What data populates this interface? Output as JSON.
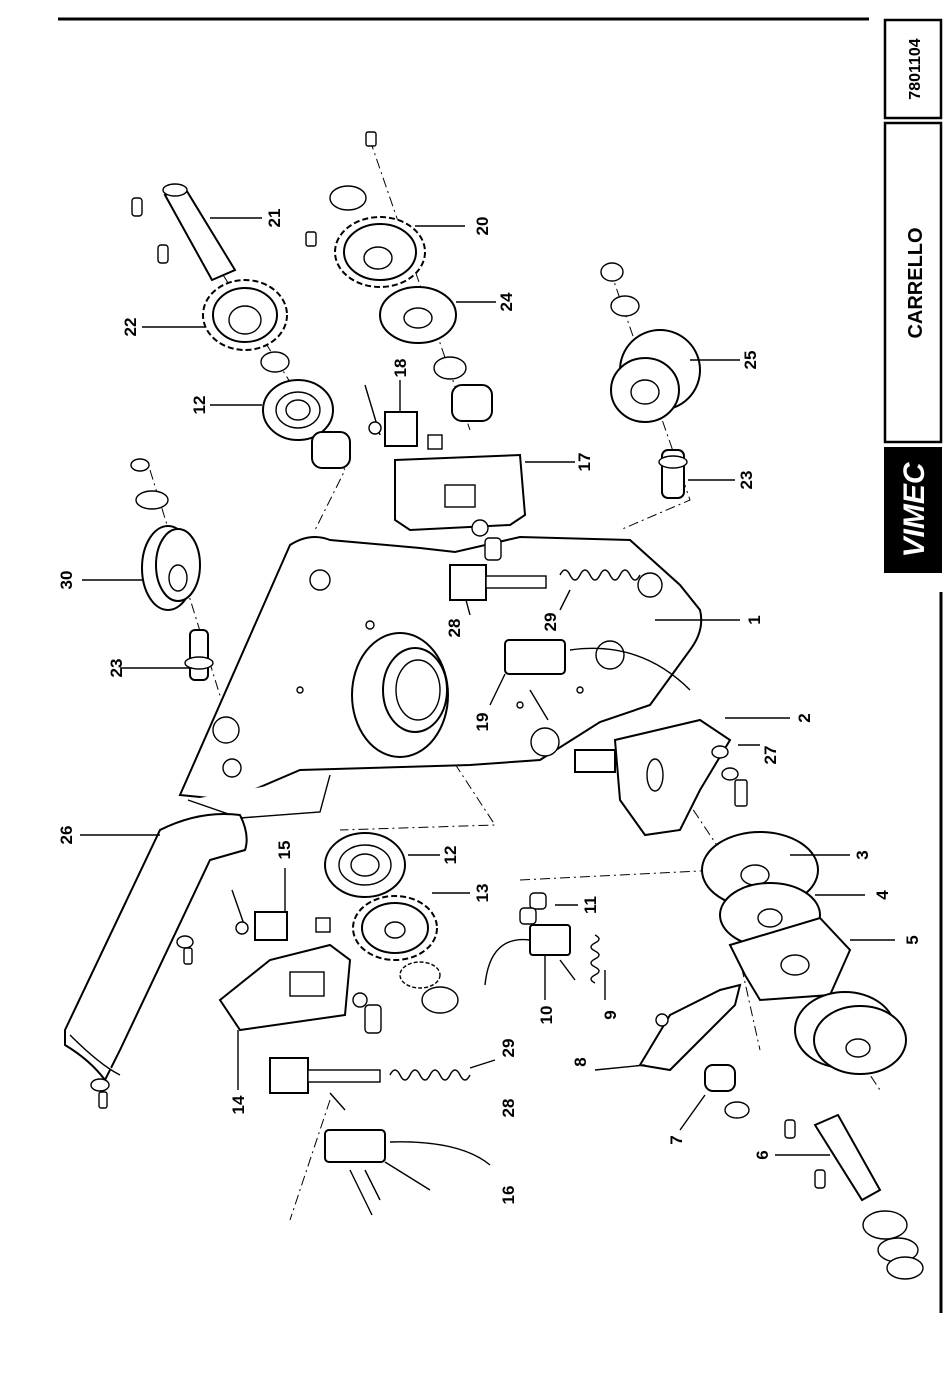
{
  "drawing_code": "7801104",
  "section_title": "CARRELLO",
  "brand_logo_text": "VIMEC",
  "callouts": [
    {
      "id": "c1",
      "label": "1"
    },
    {
      "id": "c2",
      "label": "2"
    },
    {
      "id": "c3",
      "label": "3"
    },
    {
      "id": "c4",
      "label": "4"
    },
    {
      "id": "c5",
      "label": "5"
    },
    {
      "id": "c6",
      "label": "6"
    },
    {
      "id": "c7",
      "label": "7"
    },
    {
      "id": "c8",
      "label": "8"
    },
    {
      "id": "c9",
      "label": "9"
    },
    {
      "id": "c10",
      "label": "10"
    },
    {
      "id": "c11",
      "label": "11"
    },
    {
      "id": "c12a",
      "label": "12"
    },
    {
      "id": "c12b",
      "label": "12"
    },
    {
      "id": "c13",
      "label": "13"
    },
    {
      "id": "c14",
      "label": "14"
    },
    {
      "id": "c15",
      "label": "15"
    },
    {
      "id": "c16",
      "label": "16"
    },
    {
      "id": "c17",
      "label": "17"
    },
    {
      "id": "c18",
      "label": "18"
    },
    {
      "id": "c19",
      "label": "19"
    },
    {
      "id": "c20",
      "label": "20"
    },
    {
      "id": "c21",
      "label": "21"
    },
    {
      "id": "c22",
      "label": "22"
    },
    {
      "id": "c23a",
      "label": "23"
    },
    {
      "id": "c23b",
      "label": "23"
    },
    {
      "id": "c24",
      "label": "24"
    },
    {
      "id": "c25",
      "label": "25"
    },
    {
      "id": "c26",
      "label": "26"
    },
    {
      "id": "c27",
      "label": "27"
    },
    {
      "id": "c28a",
      "label": "28"
    },
    {
      "id": "c28b",
      "label": "28"
    },
    {
      "id": "c29a",
      "label": "29"
    },
    {
      "id": "c29b",
      "label": "29"
    },
    {
      "id": "c30",
      "label": "30"
    }
  ]
}
